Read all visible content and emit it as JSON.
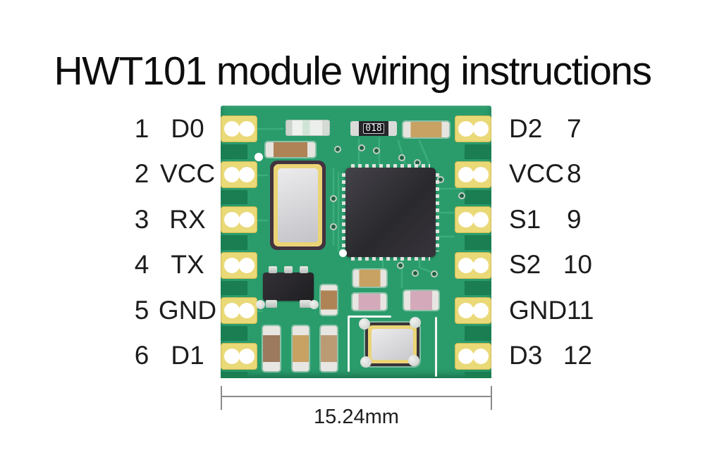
{
  "title": "HWT101 module wiring instructions",
  "pins": {
    "left": [
      {
        "number": "1",
        "label": "D0"
      },
      {
        "number": "2",
        "label": "VCC"
      },
      {
        "number": "3",
        "label": "RX"
      },
      {
        "number": "4",
        "label": "TX"
      },
      {
        "number": "5",
        "label": "GND"
      },
      {
        "number": "6",
        "label": "D1"
      }
    ],
    "right": [
      {
        "label": "D2",
        "number": "7"
      },
      {
        "label": "VCC",
        "number": "8"
      },
      {
        "label": "S1",
        "number": "9"
      },
      {
        "label": "S2",
        "number": "10"
      },
      {
        "label": "GND",
        "number": "11"
      },
      {
        "label": "D3",
        "number": "12"
      }
    ]
  },
  "dimension": {
    "label": "15.24mm"
  },
  "board": {
    "resistor_marking": "018",
    "colors": {
      "pcb_green": "#2a9c6c",
      "pcb_green_dark": "#1a7e52",
      "pad_yellow": "#ead977",
      "trace_green": "#3fae7c",
      "ic_dark": "#2e2c31",
      "crystal_gold": "#ead476",
      "crystal_face": "#d9d9dc",
      "solder_silver": "#dfe2df",
      "cap_brown": "#b08356",
      "cap_tan": "#c8a263",
      "cap_pink": "#d4aabb",
      "dim_gray": "#8b8b8b",
      "text_dark": "#1c1c1c"
    }
  }
}
